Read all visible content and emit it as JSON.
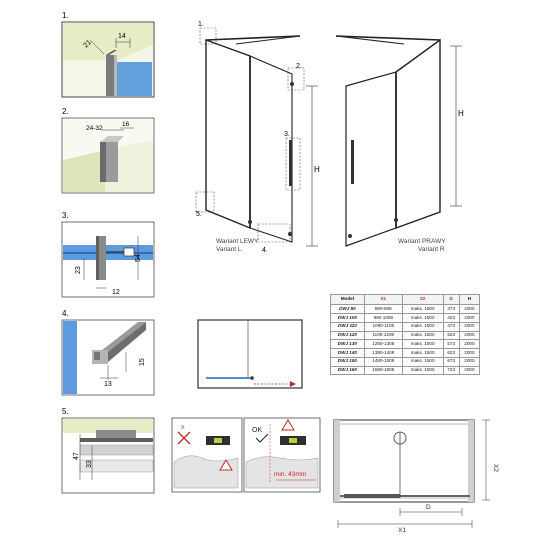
{
  "steps": {
    "s1": "1.",
    "s2": "2.",
    "s3": "3.",
    "s4": "4.",
    "s5": "5."
  },
  "dims": {
    "d21": "21",
    "d14": "14",
    "d2432": "24-32",
    "d16": "16",
    "d54": "54",
    "d23": "23",
    "d12": "12",
    "d15": "15",
    "d13": "13",
    "d47": "47",
    "d33": "33",
    "min43": "min. 43mm"
  },
  "markers": {
    "ok": "OK",
    "x": "X"
  },
  "variants": {
    "left_line1": "Wariant LEWY",
    "left_line2": "Variant L",
    "right_line1": "Wariant PRAWY",
    "right_line2": "Variant R"
  },
  "callouts": {
    "c1": "1.",
    "c2": "2.",
    "c3": "3.",
    "c4": "4.",
    "c5": "5.",
    "H_left": "H",
    "H_right": "H",
    "X1": "X1",
    "X2": "X2",
    "D": "D"
  },
  "table": {
    "headers": [
      "Model",
      "X1",
      "X2",
      "D",
      "H"
    ],
    "rows": [
      [
        "DWJ 90",
        "890-908",
        "maks. 1500",
        "373",
        "2000"
      ],
      [
        "DWJ 100",
        "990-1008",
        "maks. 1500",
        "423",
        "2000"
      ],
      [
        "DWJ 110",
        "1090-1108",
        "maks. 1500",
        "473",
        "2000"
      ],
      [
        "DWJ 120",
        "1190-1208",
        "maks. 1500",
        "523",
        "2000"
      ],
      [
        "DWJ 130",
        "1290-1308",
        "maks. 1500",
        "573",
        "2000"
      ],
      [
        "DWJ 140",
        "1390-1408",
        "maks. 1500",
        "623",
        "2000"
      ],
      [
        "DWJ 150",
        "1490-1508",
        "maks. 1500",
        "673",
        "2000"
      ],
      [
        "DWJ 160",
        "1590-1608",
        "maks. 1500",
        "723",
        "2000"
      ]
    ]
  },
  "colors": {
    "red": "#c62828",
    "blue": "#1f5fbf",
    "glass": "#4a90d9",
    "wall": "#dde6b8",
    "metal": "#8a8a8a"
  }
}
